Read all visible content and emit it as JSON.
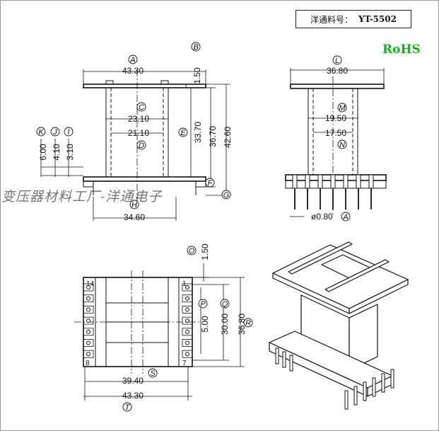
{
  "title_block": {
    "label": "洋通料号：",
    "part_no": "YT-5502"
  },
  "rohs": "RoHS",
  "watermark": "变压器材料工厂-洋通电子",
  "front_view": {
    "dims": {
      "A": "43.30",
      "B": "1.50",
      "C": "23.10",
      "D": "21.10",
      "E": "33.70",
      "F": "36.70",
      "G": "42.60",
      "H": "34.60",
      "I": "3.10",
      "J": "4.10",
      "K": "6.00"
    },
    "letters": [
      "A",
      "B",
      "C",
      "D",
      "E",
      "F",
      "G",
      "H",
      "I",
      "J",
      "K"
    ]
  },
  "side_view": {
    "dims": {
      "L": "36.80",
      "M": "19.50",
      "N": "17.50",
      "pin": "ø0.80"
    },
    "letters": [
      "L",
      "M",
      "N",
      "A"
    ]
  },
  "bottom_view": {
    "dims": {
      "O": "1.50",
      "P": "5.00",
      "Q": "30.00",
      "R": "36.80",
      "S": "39.40",
      "T": "43.30"
    },
    "letters": [
      "O",
      "P",
      "Q",
      "R",
      "S",
      "T"
    ],
    "pin_numbers": {
      "top_left": "14",
      "top_right": "1",
      "bottom_left": "8",
      "bottom_right": "7"
    }
  }
}
